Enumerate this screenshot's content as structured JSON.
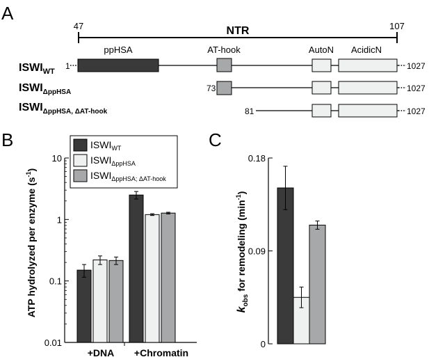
{
  "colors": {
    "wt": "#3a3a3a",
    "dpphsa": "#eff0f0",
    "dat": "#a7a8aa",
    "domain_box": "#a7a8aa",
    "line": "#000000"
  },
  "panel_labels": {
    "a": "A",
    "b": "B",
    "c": "C"
  },
  "domain_map": {
    "ntr": {
      "label": "NTR",
      "start": "47",
      "end": "107"
    },
    "domains": {
      "pphsa": "ppHSA",
      "athook": "AT-hook",
      "auton": "AutoN",
      "acidicn": "AcidicN"
    },
    "constructs": [
      {
        "name": "ISWI",
        "sub": "WT",
        "start": "1",
        "end": "1027"
      },
      {
        "name": "ISWI",
        "sub": "ΔppHSA",
        "start": "73",
        "end": "1027"
      },
      {
        "name": "ISWI",
        "sub": "ΔppHSA, ΔAT-hook",
        "start": "81",
        "end": "1027"
      }
    ]
  },
  "chart_data": [
    {
      "type": "bar",
      "panel": "B",
      "yscale": "log",
      "ylim": [
        0.01,
        10
      ],
      "ylabel": "ATP hydrolyzed per enzyme (s",
      "ylabel_sup": "-1",
      "ylabel_close": ")",
      "yticks": [
        "0.01",
        "0.1",
        "1",
        "10"
      ],
      "categories": [
        "+DNA",
        "+Chromatin"
      ],
      "legend": {
        "position": "top-right"
      },
      "series": [
        {
          "name": "ISWI",
          "sub": "WT",
          "color": "#3a3a3a",
          "values": [
            0.15,
            2.5
          ],
          "errors": [
            0.035,
            0.35
          ]
        },
        {
          "name": "ISWI",
          "sub": "ΔppHSA",
          "color": "#eff0f0",
          "values": [
            0.22,
            1.2
          ],
          "errors": [
            0.035,
            0.04
          ]
        },
        {
          "name": "ISWI",
          "sub": "ΔppHSA; ΔAT-hook",
          "color": "#a7a8aa",
          "values": [
            0.215,
            1.27
          ],
          "errors": [
            0.03,
            0.04
          ]
        }
      ]
    },
    {
      "type": "bar",
      "panel": "C",
      "ylim": [
        0,
        0.18
      ],
      "ylabel_k": "k",
      "ylabel_sub": "obs",
      "ylabel_rest": " for remodeling (min",
      "ylabel_sup": "-1",
      "ylabel_close": ")",
      "yticks": [
        "0",
        "0.09",
        "0.18"
      ],
      "series": [
        {
          "name": "ISWI WT",
          "color": "#3a3a3a",
          "value": 0.151,
          "error": 0.021
        },
        {
          "name": "ISWI ΔppHSA",
          "color": "#eff0f0",
          "value": 0.045,
          "error": 0.01
        },
        {
          "name": "ISWI ΔppHSA; ΔAT-hook",
          "color": "#a7a8aa",
          "value": 0.115,
          "error": 0.004
        }
      ]
    }
  ]
}
